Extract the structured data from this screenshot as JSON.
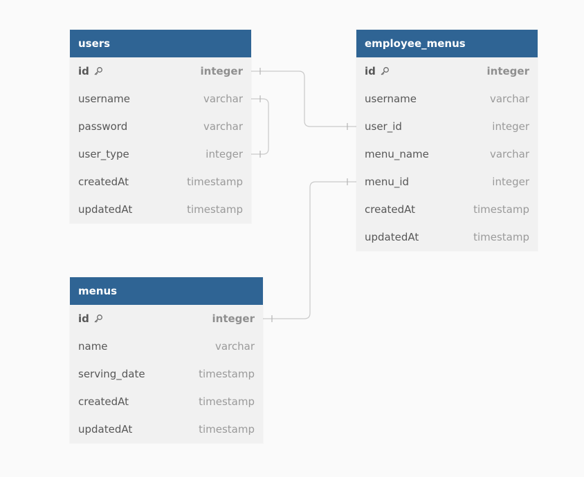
{
  "tables": [
    {
      "id": "users",
      "name": "users",
      "columns": [
        {
          "name": "id",
          "type": "integer",
          "pk": true
        },
        {
          "name": "username",
          "type": "varchar"
        },
        {
          "name": "password",
          "type": "varchar"
        },
        {
          "name": "user_type",
          "type": "integer"
        },
        {
          "name": "createdAt",
          "type": "timestamp"
        },
        {
          "name": "updatedAt",
          "type": "timestamp"
        }
      ]
    },
    {
      "id": "employee_menus",
      "name": "employee_menus",
      "columns": [
        {
          "name": "id",
          "type": "integer",
          "pk": true
        },
        {
          "name": "username",
          "type": "varchar"
        },
        {
          "name": "user_id",
          "type": "integer"
        },
        {
          "name": "menu_name",
          "type": "varchar"
        },
        {
          "name": "menu_id",
          "type": "integer"
        },
        {
          "name": "createdAt",
          "type": "timestamp"
        },
        {
          "name": "updatedAt",
          "type": "timestamp"
        }
      ]
    },
    {
      "id": "menus",
      "name": "menus",
      "columns": [
        {
          "name": "id",
          "type": "integer",
          "pk": true
        },
        {
          "name": "name",
          "type": "varchar"
        },
        {
          "name": "serving_date",
          "type": "timestamp"
        },
        {
          "name": "createdAt",
          "type": "timestamp"
        },
        {
          "name": "updatedAt",
          "type": "timestamp"
        }
      ]
    }
  ],
  "relations": [
    {
      "from": "users.id",
      "to": "employee_menus.user_id"
    },
    {
      "from": "users.username",
      "to": "users.user_type"
    },
    {
      "from": "menus.id",
      "to": "employee_menus.menu_id"
    }
  ],
  "colors": {
    "header": "#2f6494",
    "header_text": "#ffffff",
    "body": "#f1f1f1",
    "line": "#c9c9c9",
    "background": "#fafafa"
  }
}
